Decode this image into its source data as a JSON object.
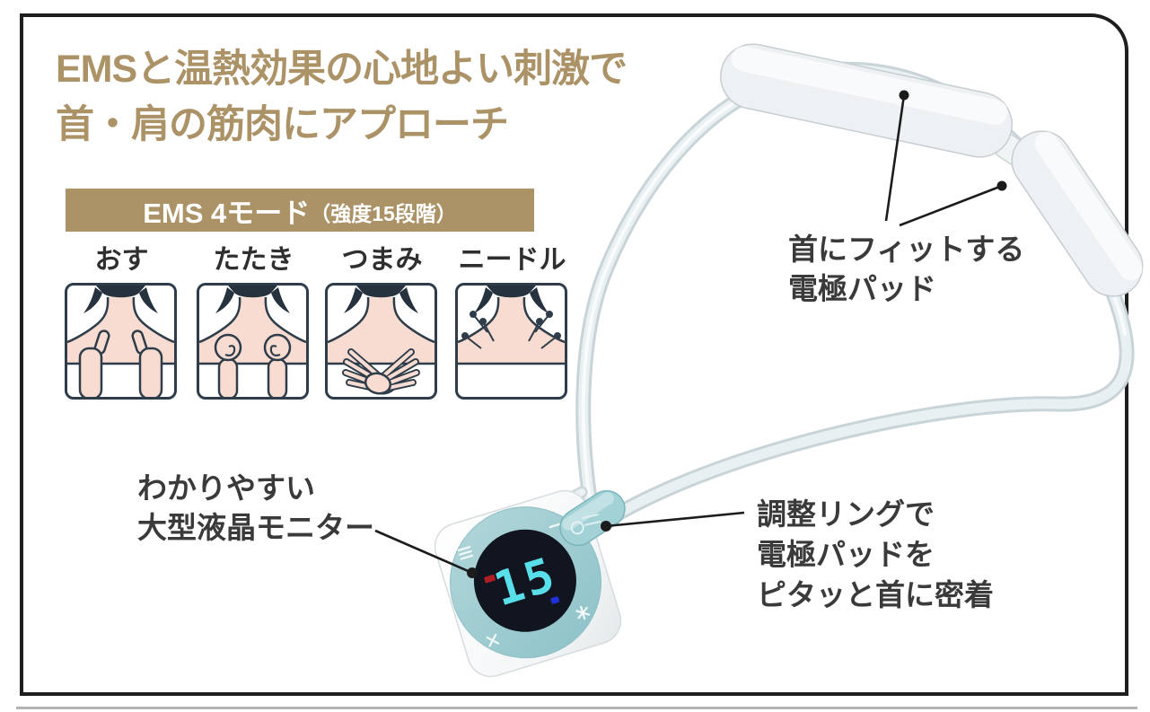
{
  "page": {
    "accent_tan": "#ac9367",
    "frame_border": "#1e1e1e"
  },
  "headline": {
    "line1": "EMSと温熱効果の心地よい刺激で",
    "line2": "首・肩の筋肉にアプローチ"
  },
  "ems_banner": {
    "main": "EMS 4モード",
    "sub": "（強度15段階）"
  },
  "modes": [
    {
      "label": "おす"
    },
    {
      "label": "たたき"
    },
    {
      "label": "つまみ"
    },
    {
      "label": "ニードル"
    }
  ],
  "annotations": {
    "pads": {
      "line1": "首にフィットする",
      "line2": "電極パッド"
    },
    "monitor": {
      "line1": "わかりやすい",
      "line2": "大型液晶モニター"
    },
    "ring": {
      "line1": "調整リングで",
      "line2": "電極パッドを",
      "line3": "ピタッと首に密着"
    }
  },
  "device": {
    "lcd_value": "15",
    "dial_icons": [
      "menu-icon",
      "minus-icon",
      "cross-icon",
      "sparkle-icon"
    ],
    "colors": {
      "dial_teal": "#a2d2d6",
      "lcd_bg": "#11151f",
      "lcd_digits": "#59dfe9",
      "indicator_red": "#ae1e24",
      "indicator_blue": "#2230d8",
      "band": "#e9f0f2"
    }
  }
}
